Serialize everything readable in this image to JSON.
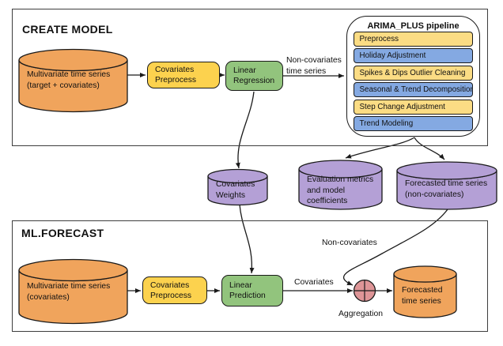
{
  "create_model": {
    "title": "CREATE MODEL",
    "source_lines": [
      "Multivariate time series",
      "(target + covariates)"
    ],
    "preprocess_lines": [
      "Covariates",
      "Preprocess"
    ],
    "regression_lines": [
      "Linear",
      "Regression"
    ],
    "edge_label_lines": [
      "Non-covariates",
      "time series"
    ]
  },
  "pipeline": {
    "title": "ARIMA_PLUS pipeline",
    "items": [
      {
        "label": "Preprocess",
        "color": "yellow"
      },
      {
        "label": "Holiday Adjustment",
        "color": "blue"
      },
      {
        "label": "Spikes & Dips Outlier Cleaning",
        "color": "yellow"
      },
      {
        "label": "Seasonal & Trend Decomposition",
        "color": "blue"
      },
      {
        "label": "Step Change Adjustment",
        "color": "yellow"
      },
      {
        "label": "Trend Modeling",
        "color": "blue"
      }
    ]
  },
  "outputs": {
    "covariates_weights_lines": [
      "Covariates",
      "Weights"
    ],
    "evaluation_lines": [
      "Evaluation metrics",
      "and model",
      "coefficients"
    ],
    "forecast_non_covariates_lines": [
      "Forecasted time series",
      "(non-covariates)"
    ]
  },
  "ml_forecast": {
    "title": "ML.FORECAST",
    "source_lines": [
      "Multivariate time series",
      "(covariates)"
    ],
    "preprocess_lines": [
      "Covariates",
      "Preprocess"
    ],
    "prediction_lines": [
      "Linear",
      "Prediction"
    ],
    "covariates_label": "Covariates",
    "non_covariates_label": "Non-covariates",
    "aggregation_label": "Aggregation",
    "output_lines": [
      "Forecasted",
      "time series"
    ]
  },
  "colors": {
    "orange": "#F0A45C",
    "purple": "#B4A0D6",
    "yellow_box": "#FCD24E",
    "yellow_item": "#FBDC84",
    "green": "#92C47D",
    "blue_item": "#84A9E2",
    "pink_aggregation": "#DE9597",
    "stroke": "#1A1A1A",
    "box_border": "#3D3D3D"
  }
}
